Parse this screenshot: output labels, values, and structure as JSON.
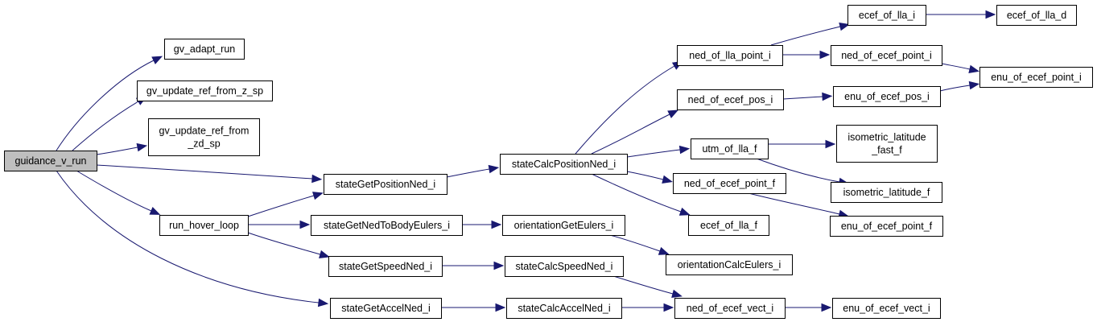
{
  "graph": {
    "colors": {
      "edge": "#191970",
      "root_fill": "#bfbfbf",
      "node_fill": "#ffffff",
      "node_border": "#000000"
    },
    "nodes": {
      "guidance_v_run": {
        "lines": [
          "guidance_v_run"
        ],
        "root": true
      },
      "gv_adapt_run": {
        "lines": [
          "gv_adapt_run"
        ]
      },
      "gv_update_ref_from_z_sp": {
        "lines": [
          "gv_update_ref_from_z_sp"
        ]
      },
      "gv_update_ref_from_zd_sp": {
        "lines": [
          "gv_update_ref_from",
          "_zd_sp"
        ]
      },
      "stateGetPositionNed_i": {
        "lines": [
          "stateGetPositionNed_i"
        ]
      },
      "run_hover_loop": {
        "lines": [
          "run_hover_loop"
        ]
      },
      "stateGetNedToBodyEulers_i": {
        "lines": [
          "stateGetNedToBodyEulers_i"
        ]
      },
      "stateGetSpeedNed_i": {
        "lines": [
          "stateGetSpeedNed_i"
        ]
      },
      "stateGetAccelNed_i": {
        "lines": [
          "stateGetAccelNed_i"
        ]
      },
      "stateCalcPositionNed_i": {
        "lines": [
          "stateCalcPositionNed_i"
        ]
      },
      "orientationGetEulers_i": {
        "lines": [
          "orientationGetEulers_i"
        ]
      },
      "stateCalcSpeedNed_i": {
        "lines": [
          "stateCalcSpeedNed_i"
        ]
      },
      "stateCalcAccelNed_i": {
        "lines": [
          "stateCalcAccelNed_i"
        ]
      },
      "ned_of_lla_point_i": {
        "lines": [
          "ned_of_lla_point_i"
        ]
      },
      "ned_of_ecef_pos_i": {
        "lines": [
          "ned_of_ecef_pos_i"
        ]
      },
      "utm_of_lla_f": {
        "lines": [
          "utm_of_lla_f"
        ]
      },
      "ned_of_ecef_point_f": {
        "lines": [
          "ned_of_ecef_point_f"
        ]
      },
      "ecef_of_lla_f": {
        "lines": [
          "ecef_of_lla_f"
        ]
      },
      "orientationCalcEulers_i": {
        "lines": [
          "orientationCalcEulers_i"
        ]
      },
      "ned_of_ecef_vect_i": {
        "lines": [
          "ned_of_ecef_vect_i"
        ]
      },
      "ecef_of_lla_i": {
        "lines": [
          "ecef_of_lla_i"
        ]
      },
      "ned_of_ecef_point_i": {
        "lines": [
          "ned_of_ecef_point_i"
        ]
      },
      "enu_of_ecef_pos_i": {
        "lines": [
          "enu_of_ecef_pos_i"
        ]
      },
      "isometric_latitude_fast_f": {
        "lines": [
          "isometric_latitude",
          "_fast_f"
        ]
      },
      "isometric_latitude_f": {
        "lines": [
          "isometric_latitude_f"
        ]
      },
      "enu_of_ecef_point_f": {
        "lines": [
          "enu_of_ecef_point_f"
        ]
      },
      "enu_of_ecef_vect_i": {
        "lines": [
          "enu_of_ecef_vect_i"
        ]
      },
      "ecef_of_lla_d": {
        "lines": [
          "ecef_of_lla_d"
        ]
      },
      "enu_of_ecef_point_i": {
        "lines": [
          "enu_of_ecef_point_i"
        ]
      }
    },
    "edges": [
      [
        "guidance_v_run",
        "gv_adapt_run"
      ],
      [
        "guidance_v_run",
        "gv_update_ref_from_z_sp"
      ],
      [
        "guidance_v_run",
        "gv_update_ref_from_zd_sp"
      ],
      [
        "guidance_v_run",
        "stateGetPositionNed_i"
      ],
      [
        "guidance_v_run",
        "run_hover_loop"
      ],
      [
        "guidance_v_run",
        "stateGetAccelNed_i"
      ],
      [
        "run_hover_loop",
        "stateGetPositionNed_i"
      ],
      [
        "run_hover_loop",
        "stateGetNedToBodyEulers_i"
      ],
      [
        "run_hover_loop",
        "stateGetSpeedNed_i"
      ],
      [
        "stateGetPositionNed_i",
        "stateCalcPositionNed_i"
      ],
      [
        "stateGetNedToBodyEulers_i",
        "orientationGetEulers_i"
      ],
      [
        "stateGetSpeedNed_i",
        "stateCalcSpeedNed_i"
      ],
      [
        "stateGetAccelNed_i",
        "stateCalcAccelNed_i"
      ],
      [
        "stateCalcPositionNed_i",
        "ned_of_lla_point_i"
      ],
      [
        "stateCalcPositionNed_i",
        "ned_of_ecef_pos_i"
      ],
      [
        "stateCalcPositionNed_i",
        "utm_of_lla_f"
      ],
      [
        "stateCalcPositionNed_i",
        "ned_of_ecef_point_f"
      ],
      [
        "stateCalcPositionNed_i",
        "ecef_of_lla_f"
      ],
      [
        "orientationGetEulers_i",
        "orientationCalcEulers_i"
      ],
      [
        "stateCalcSpeedNed_i",
        "ned_of_ecef_vect_i"
      ],
      [
        "stateCalcAccelNed_i",
        "ned_of_ecef_vect_i"
      ],
      [
        "ned_of_lla_point_i",
        "ecef_of_lla_i"
      ],
      [
        "ned_of_lla_point_i",
        "ned_of_ecef_point_i"
      ],
      [
        "ecef_of_lla_i",
        "ecef_of_lla_d"
      ],
      [
        "ned_of_ecef_point_i",
        "enu_of_ecef_point_i"
      ],
      [
        "ned_of_ecef_pos_i",
        "enu_of_ecef_pos_i"
      ],
      [
        "enu_of_ecef_pos_i",
        "enu_of_ecef_point_i"
      ],
      [
        "utm_of_lla_f",
        "isometric_latitude_fast_f"
      ],
      [
        "utm_of_lla_f",
        "isometric_latitude_f"
      ],
      [
        "ned_of_ecef_point_f",
        "enu_of_ecef_point_f"
      ],
      [
        "ned_of_ecef_vect_i",
        "enu_of_ecef_vect_i"
      ]
    ]
  }
}
